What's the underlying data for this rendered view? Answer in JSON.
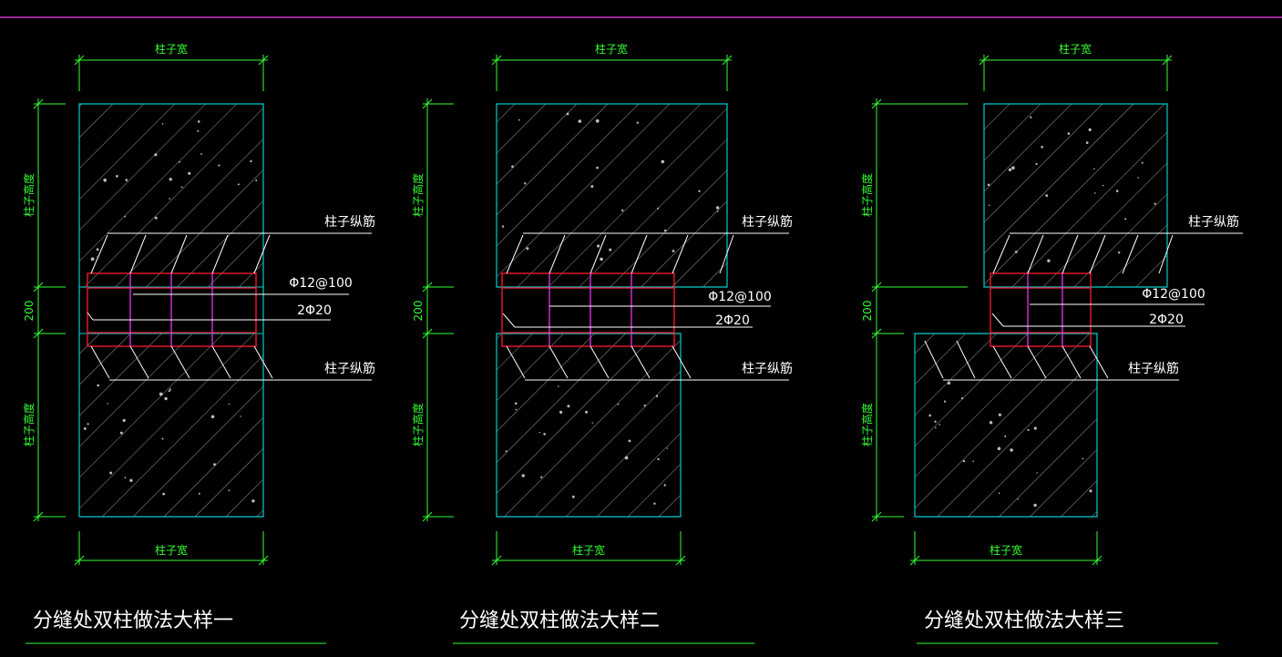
{
  "colors": {
    "background": "#000000",
    "top_border": "#cc33cc",
    "dimension": "#33ff33",
    "outline": "#00cccc",
    "hatch": "#9a9a9a",
    "stirrup": "#ff1a33",
    "tie": "#ee33ee",
    "leader": "#ffffff"
  },
  "details": [
    {
      "title": "分缝处双柱做法大样一",
      "dim_top": "柱子宽",
      "dim_bottom": "柱子宽",
      "dim_left_top": "柱子高度",
      "dim_left_mid": "200",
      "dim_left_bottom": "柱子高度",
      "label_top_bars": "柱子纵筋",
      "label_stirrup": "Φ12@100",
      "label_bars": "2Φ20",
      "label_bottom_bars": "柱子纵筋"
    },
    {
      "title": "分缝处双柱做法大样二",
      "dim_top": "柱子宽",
      "dim_bottom": "柱子宽",
      "dim_left_top": "柱子高度",
      "dim_left_mid": "200",
      "dim_left_bottom": "柱子高度",
      "label_top_bars": "柱子纵筋",
      "label_stirrup": "Φ12@100",
      "label_bars": "2Φ20",
      "label_bottom_bars": "柱子纵筋"
    },
    {
      "title": "分缝处双柱做法大样三",
      "dim_top": "柱子宽",
      "dim_bottom": "柱子宽",
      "dim_left_top": "柱子高度",
      "dim_left_mid": "200",
      "dim_left_bottom": "柱子高度",
      "label_top_bars": "柱子纵筋",
      "label_stirrup": "Φ12@100",
      "label_bars": "2Φ20",
      "label_bottom_bars": "柱子纵筋"
    }
  ]
}
